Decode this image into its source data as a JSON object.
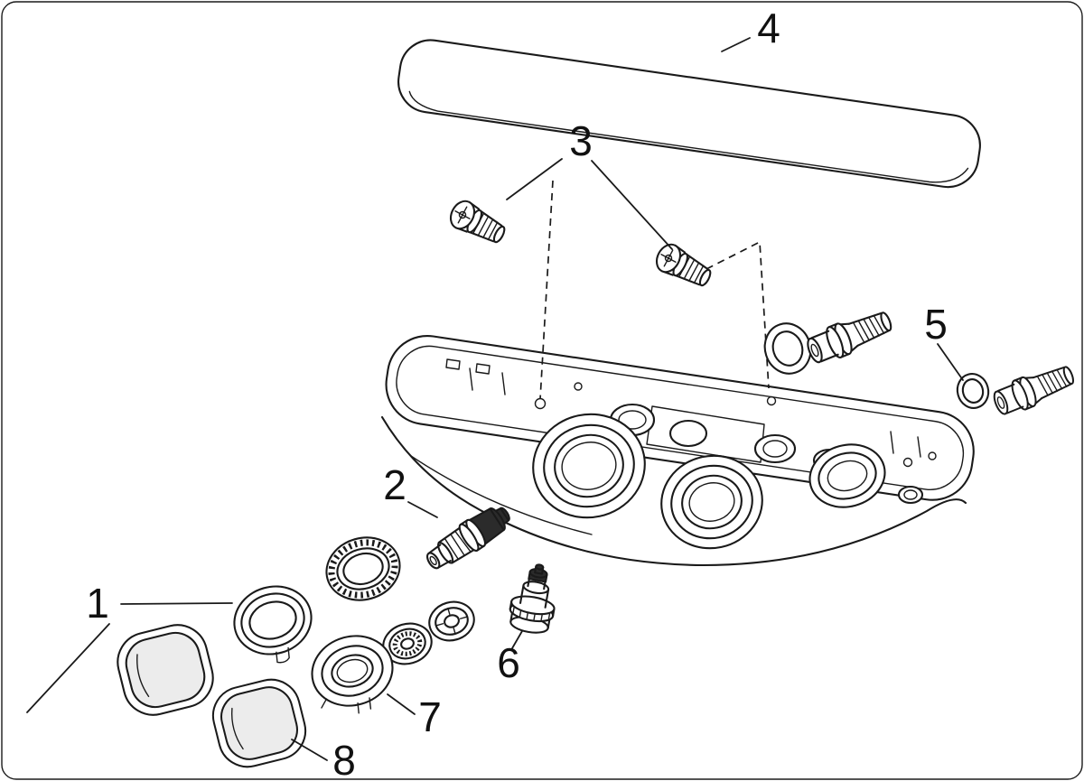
{
  "figure": {
    "kind": "exploded-parts-diagram",
    "background_color": "#ffffff",
    "line_color": "#1a1a1a"
  },
  "callouts": [
    {
      "num": "1"
    },
    {
      "num": "2"
    },
    {
      "num": "3"
    },
    {
      "num": "4"
    },
    {
      "num": "5"
    },
    {
      "num": "6"
    },
    {
      "num": "7"
    },
    {
      "num": "8"
    }
  ]
}
